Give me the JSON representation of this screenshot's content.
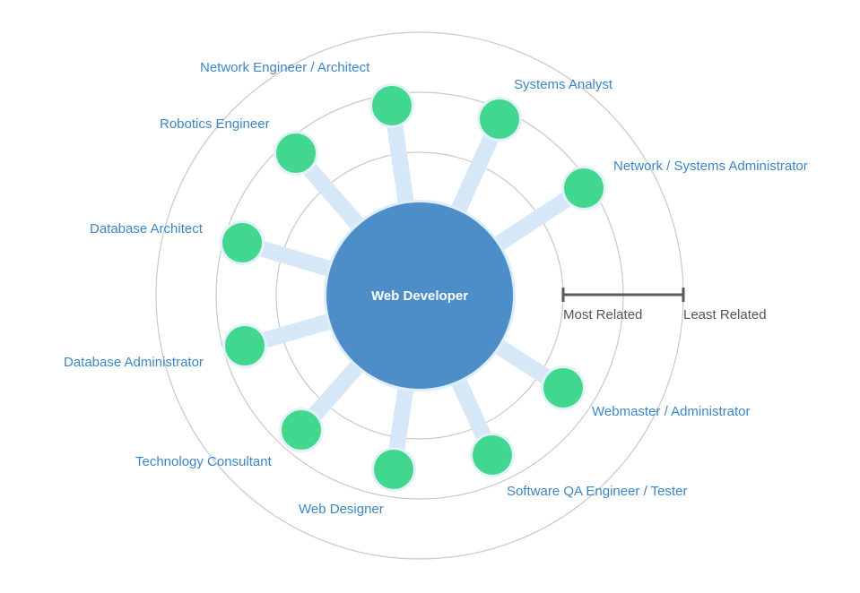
{
  "center": {
    "title": "Web Developer"
  },
  "related_careers": [
    {
      "label": "Network Engineer / Architect"
    },
    {
      "label": "Systems Analyst"
    },
    {
      "label": "Network / Systems Administrator"
    },
    {
      "label": "Robotics Engineer"
    },
    {
      "label": "Database Architect"
    },
    {
      "label": "Database Administrator"
    },
    {
      "label": "Technology Consultant"
    },
    {
      "label": "Web Designer"
    },
    {
      "label": "Software QA Engineer / Tester"
    },
    {
      "label": "Webmaster / Administrator"
    }
  ],
  "legend": {
    "most_related": "Most Related",
    "least_related": "Least Related"
  },
  "colors": {
    "center_fill": "#4d8ec9",
    "node_fill": "#42d78e",
    "spoke": "#d6e8f8",
    "ring_stroke": "#c8c8c8",
    "label_text": "#3d86c6",
    "legend_bar": "#5a5a5a",
    "legend_text": "#555555"
  }
}
